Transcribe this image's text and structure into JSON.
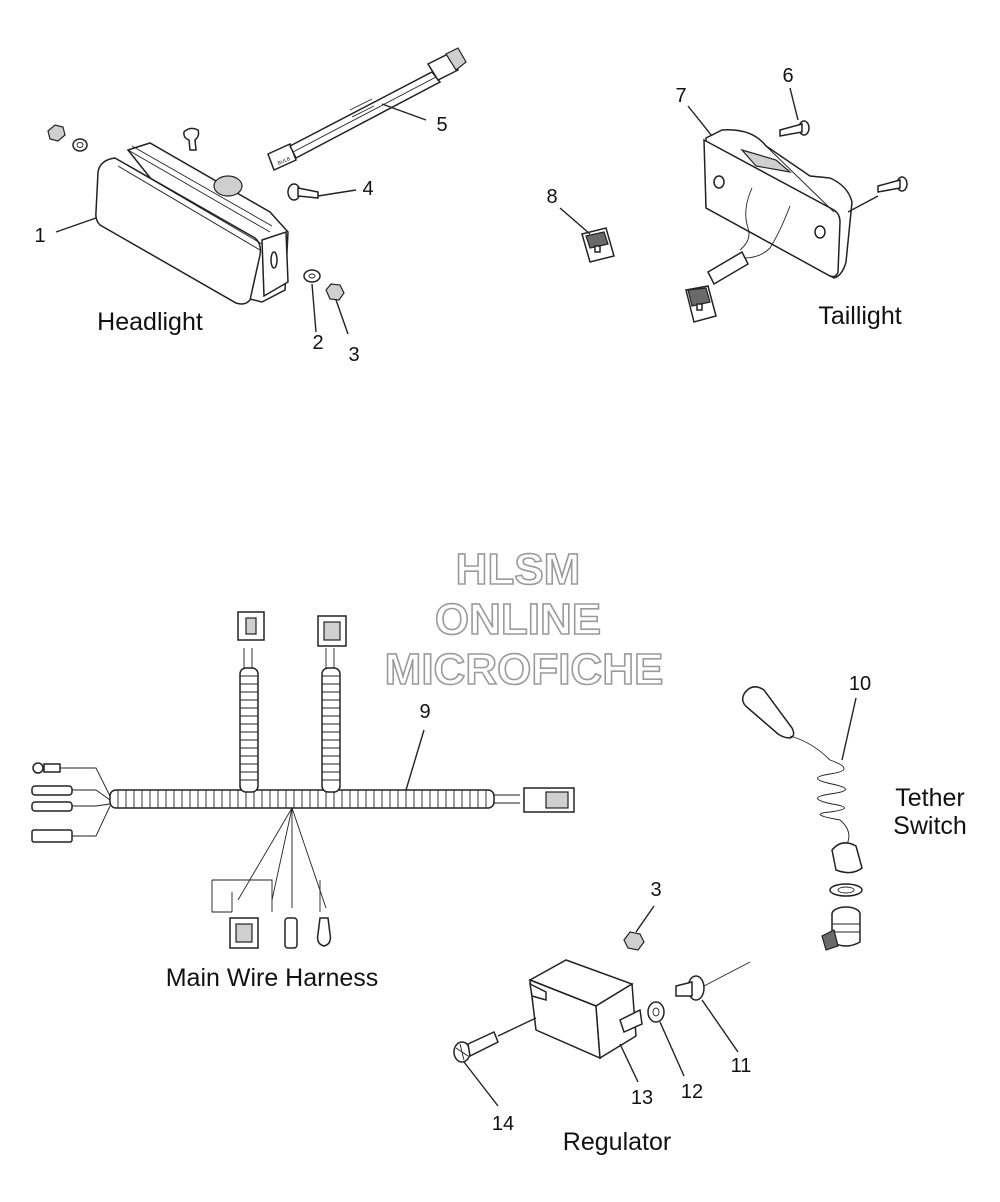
{
  "watermark": {
    "line1": "HLSM",
    "line2": "ONLINE",
    "line3": "MICROFICHE"
  },
  "captions": {
    "headlight": "Headlight",
    "taillight": "Taillight",
    "harness": "Main Wire Harness",
    "tether_line1": "Tether",
    "tether_line2": "Switch",
    "regulator": "Regulator"
  },
  "callouts": {
    "c1": "1",
    "c2": "2",
    "c3_top": "3",
    "c4": "4",
    "c5": "5",
    "c6": "6",
    "c7": "7",
    "c8": "8",
    "c9": "9",
    "c10": "10",
    "c3_bottom": "3",
    "c11": "11",
    "c12": "12",
    "c13": "13",
    "c14": "14"
  },
  "labels": {
    "bulb_tag": "BULB"
  }
}
